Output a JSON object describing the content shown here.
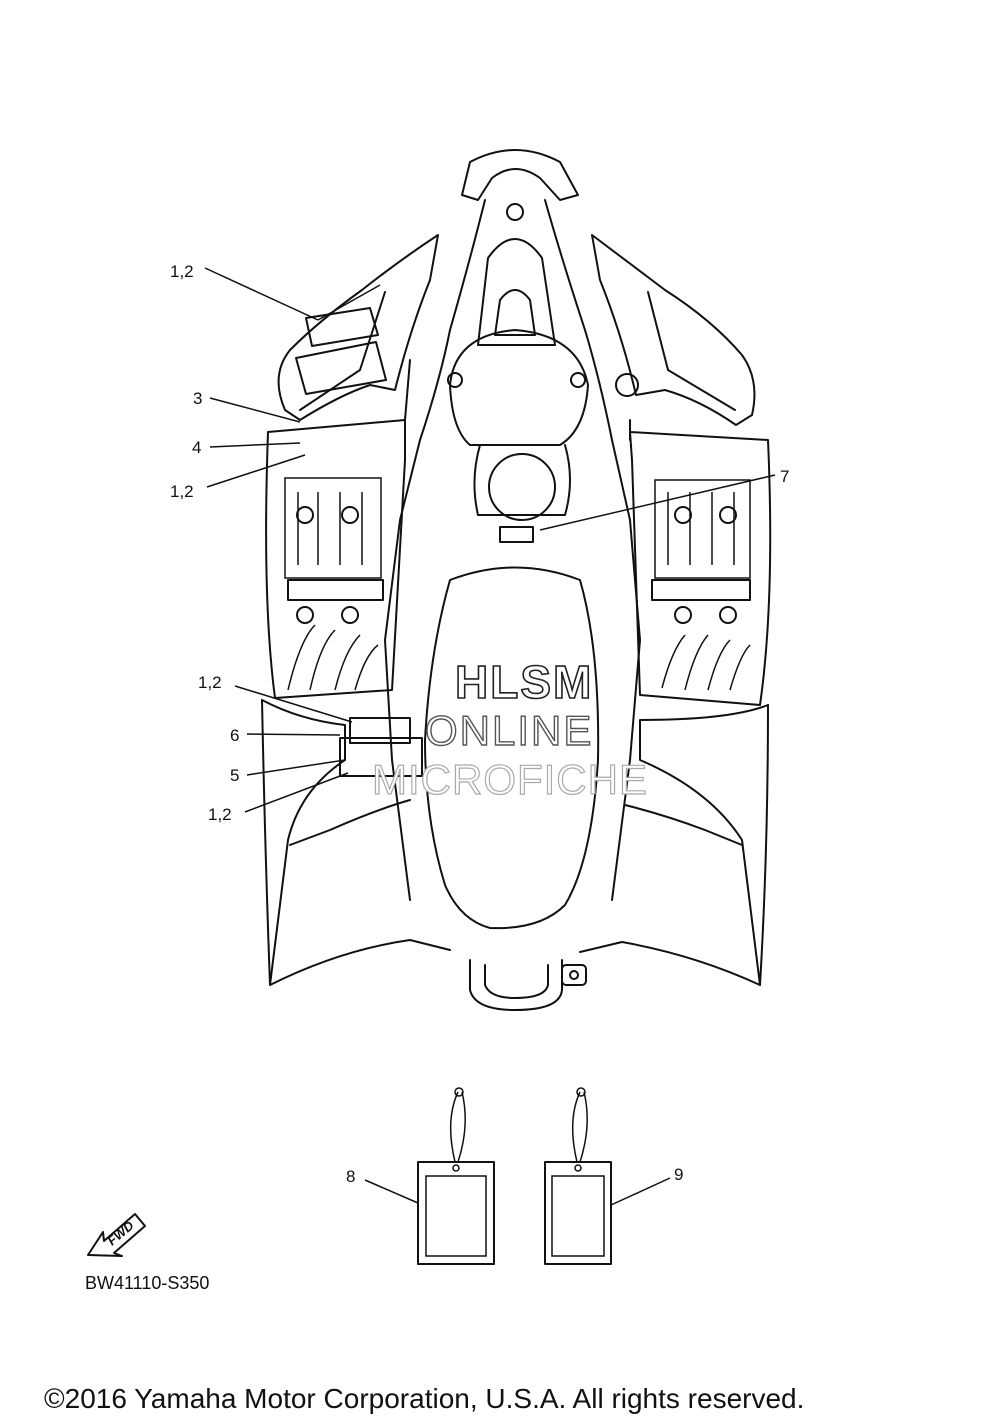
{
  "diagram": {
    "part_number": "BW41110-S350",
    "copyright": "©2016 Yamaha Motor Corporation, U.S.A. All rights reserved.",
    "fwd_label": "FWD",
    "watermark": {
      "line1": "HLSM",
      "line2": "ONLINE",
      "line3": "MICROFICHE"
    },
    "callouts": [
      {
        "id": "c1",
        "label": "1,2"
      },
      {
        "id": "c2",
        "label": "3"
      },
      {
        "id": "c3",
        "label": "4"
      },
      {
        "id": "c4",
        "label": "1,2"
      },
      {
        "id": "c5",
        "label": "7"
      },
      {
        "id": "c6",
        "label": "1,2"
      },
      {
        "id": "c7",
        "label": "6"
      },
      {
        "id": "c8",
        "label": "5"
      },
      {
        "id": "c9",
        "label": "1,2"
      },
      {
        "id": "c10",
        "label": "8"
      },
      {
        "id": "c11",
        "label": "9"
      }
    ]
  }
}
